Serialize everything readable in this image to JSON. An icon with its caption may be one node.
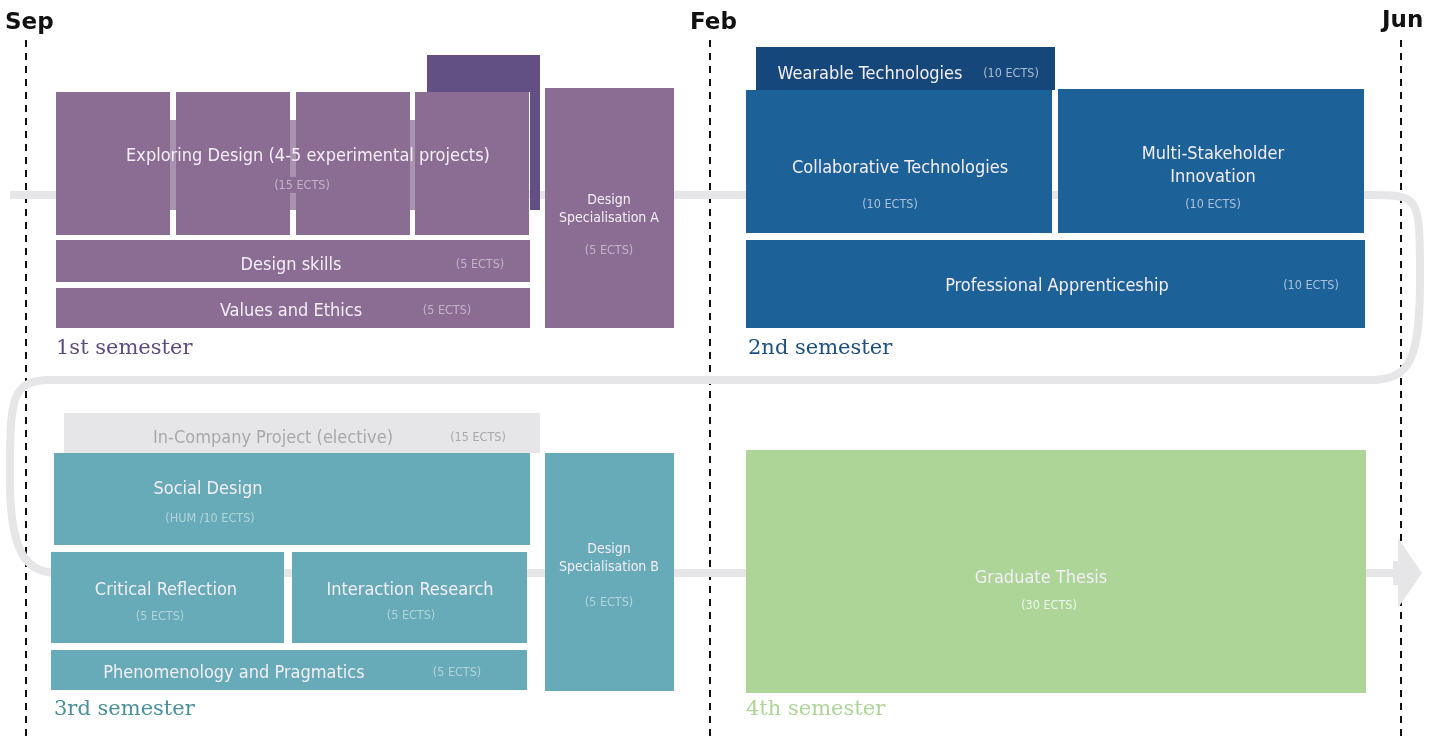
{
  "diagram": {
    "nodes": [
      {
        "text": [],
        "shape": "box"
      },
      {
        "text": [
          "Exploring Design (4-5 experimental projects)",
          "(15 ECTS)"
        ]
      },
      {
        "text": [
          "Design skills",
          "(5 ECTS)"
        ]
      },
      {
        "text": [
          "Values and Ethics",
          "(5 ECTS)"
        ]
      },
      {
        "text": [
          "Design Specialisation A",
          "(5 ECTS)"
        ]
      },
      {
        "text": [
          "Wearable Technologies",
          "(10 ECTS)"
        ]
      },
      {
        "text": [
          "Collaborative Technologies",
          "(10 ECTS)"
        ]
      },
      {
        "text": [
          "Multi-Stakeholder Innovation",
          "(10 ECTS)"
        ]
      },
      {
        "text": [
          "Professional Apprenticeship",
          "(10 ECTS)"
        ]
      },
      {
        "text": [
          "In-Company Project (elective)",
          "(15 ECTS)"
        ]
      },
      {
        "text": [
          "Social Design",
          "(HUM /10 ECTS)"
        ]
      },
      {
        "text": [
          "Critical Reflection",
          "(5 ECTS)"
        ]
      },
      {
        "text": [
          "Interaction Research",
          "(5 ECTS)"
        ]
      },
      {
        "text": [
          "Phenomenology and Pragmatics",
          "(5 ECTS)"
        ]
      },
      {
        "text": [
          "Design Specialisation B",
          "(5 ECTS)"
        ]
      },
      {
        "text": [
          "Graduate Thesis",
          "(30 ECTS)"
        ]
      }
    ],
    "labels": [
      "Sep",
      "Feb",
      "Jun",
      "1st semester",
      "2nd semester",
      "3rd semester",
      "4th semester"
    ]
  }
}
